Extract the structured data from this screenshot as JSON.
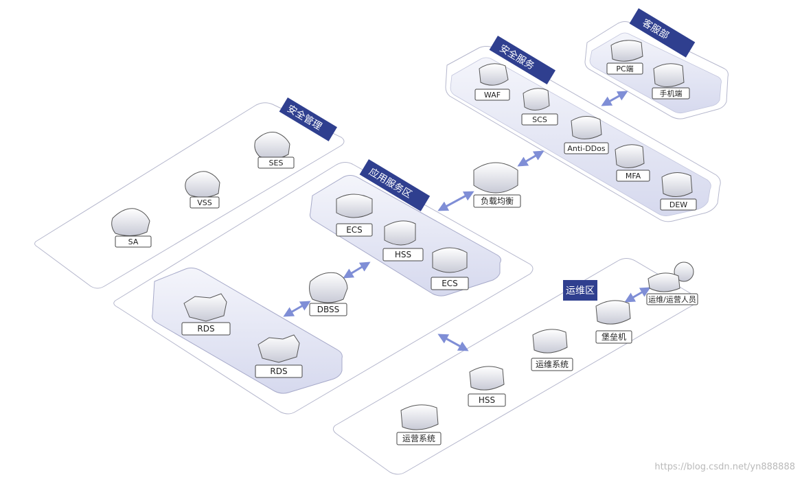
{
  "zones": {
    "security_mgmt": {
      "title": "安全管理"
    },
    "app_service": {
      "title": "应用服务区"
    },
    "security_service": {
      "title": "安全服务"
    },
    "customer_service": {
      "title": "客服部"
    },
    "ops": {
      "title": "运维区"
    }
  },
  "nodes": {
    "ses": "SES",
    "vss": "VSS",
    "sa": "SA",
    "ecs_top": "ECS",
    "hss_app": "HSS",
    "ecs_bottom": "ECS",
    "dbss": "DBSS",
    "rds_top": "RDS",
    "rds_bottom": "RDS",
    "lb": "负载均衡",
    "waf": "WAF",
    "scs": "SCS",
    "antiddos": "Anti-DDos",
    "mfa": "MFA",
    "dew": "DEW",
    "pc": "PC端",
    "mobile": "手机端",
    "ops_staff": "运维/运营人员",
    "bastion": "堡垒机",
    "ops_system": "运维系统",
    "hss_ops": "HSS",
    "operation_system": "运营系统"
  },
  "watermark": "https://blog.csdn.net/yn888888",
  "colors": {
    "tag_bg": "#2f3f8f",
    "arrow": "#7f8ed6",
    "zone_stroke": "#a6a9c9",
    "inner_fill": "#dcdff0"
  }
}
